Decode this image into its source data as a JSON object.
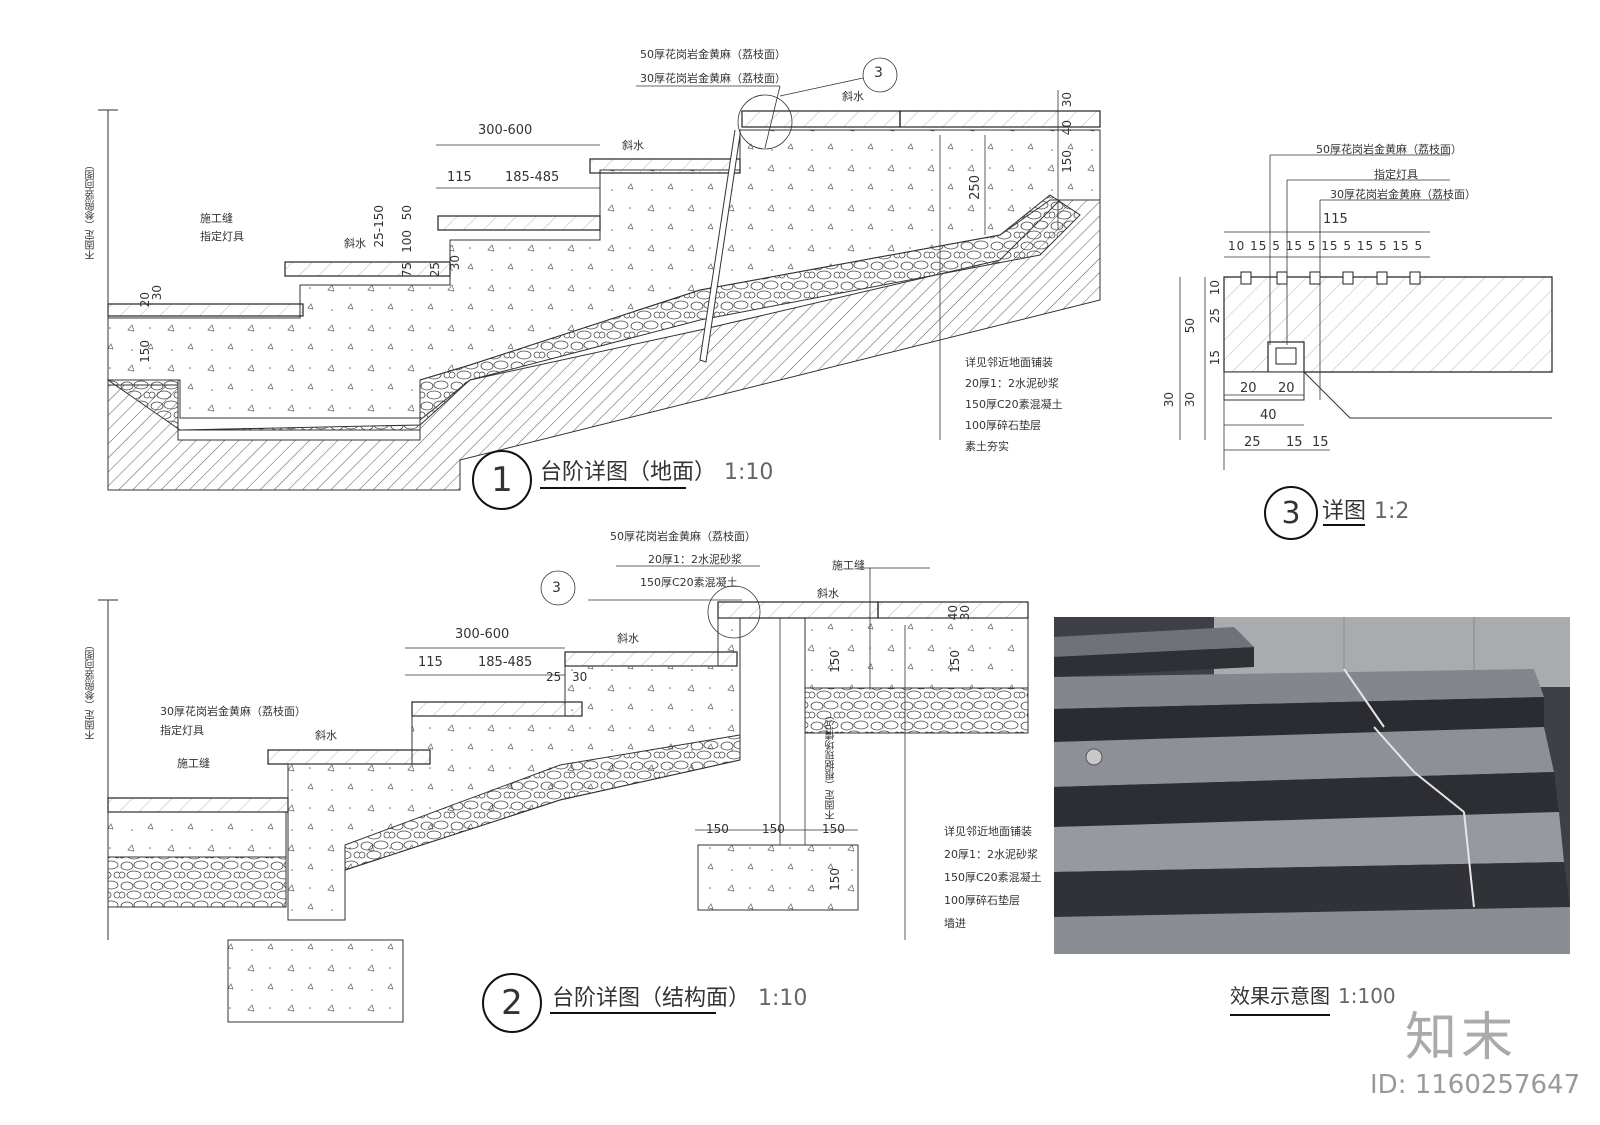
{
  "detail1": {
    "title": "台阶详图（地面）",
    "scale": "1:10",
    "number": "1",
    "labels": {
      "top1": "50厚花岗岩金黄麻（荔枝面）",
      "top2": "30厚花岗岩金黄麻（荔枝面）",
      "ref": "3",
      "slope1": "斜水",
      "slope2": "斜水",
      "slope3": "斜水",
      "joint": "施工缝",
      "lamp": "指定灯具",
      "side": "不固定（参照竖向图）",
      "layer1": "详见邻近地面铺装",
      "layer2": "20厚1：2水泥砂浆",
      "layer3": "150厚C20素混凝土",
      "layer4": "100厚碎石垫层",
      "layer5": "素土夯实"
    },
    "dims": {
      "d300": "300-600",
      "d115": "115",
      "d185": "185-485",
      "d25150": "25-150",
      "d100": "100",
      "d50": "50",
      "d75": "75",
      "d25": "25",
      "d30": "30",
      "d250": "250",
      "d150": "150",
      "d40": "40",
      "d30b": "30",
      "d150b": "150",
      "d20": "20",
      "d30c": "30"
    }
  },
  "detail2": {
    "title": "台阶详图（结构面）",
    "scale": "1:10",
    "number": "2",
    "labels": {
      "top1": "50厚花岗岩金黄麻（荔枝面）",
      "top2": "20厚1：2水泥砂浆",
      "top3": "150厚C20素混凝土",
      "ref": "3",
      "joint_top": "施工缝",
      "slope1": "斜水",
      "slope2": "斜水",
      "slope3": "斜水",
      "stone": "30厚花岗岩金黄麻（荔枝面）",
      "lamp": "指定灯具",
      "joint": "施工缝",
      "side": "不固定（参照竖向图）",
      "side2": "不固定（根据现场情况）",
      "layer1": "详见邻近地面铺装",
      "layer2": "20厚1：2水泥砂浆",
      "layer3": "150厚C20素混凝土",
      "layer4": "100厚碎石垫层",
      "layer5": "墙进"
    },
    "dims": {
      "d300": "300-600",
      "d115": "115",
      "d185": "185-485",
      "d25": "25",
      "d30": "30",
      "d40": "40",
      "d30b": "30",
      "d150a": "150",
      "d150b": "150",
      "d150c": "150",
      "d150d": "150",
      "d150e": "150",
      "d150f": "150"
    }
  },
  "detail3": {
    "title": "详图",
    "scale": "1:2",
    "number": "3",
    "labels": {
      "l1": "50厚花岗岩金黄麻（荔枝面）",
      "l2": "指定灯具",
      "l3": "30厚花岗岩金黄麻（荔枝面）"
    },
    "dims": {
      "d115": "115",
      "top": [
        "10",
        "15",
        "5",
        "15",
        "5",
        "15",
        "5",
        "15",
        "5",
        "15",
        "5"
      ],
      "v10": "10",
      "v25": "25",
      "v50": "50",
      "v15": "15",
      "v30a": "30",
      "v30b": "30",
      "h20a": "20",
      "h20b": "20",
      "h40": "40",
      "h25": "25",
      "h15a": "15",
      "h15b": "15"
    }
  },
  "photo": {
    "title": "效果示意图",
    "scale": "1:100"
  },
  "watermark": {
    "brand": "知末",
    "id": "ID: 1160257647"
  }
}
